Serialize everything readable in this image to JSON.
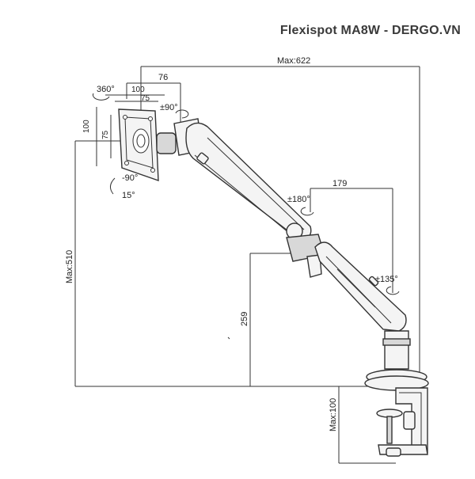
{
  "title": "Flexispot MA8W  - DERGO.VN",
  "dimensions": {
    "max_width": "Max:622",
    "height_max": "Max:510",
    "top_offset": "76",
    "vesa_100_top": "100",
    "vesa_75_top": "75",
    "vesa_100_side": "100",
    "vesa_75_side": "75",
    "forearm": "179",
    "pole_height": "259",
    "clamp_max": "Max:100"
  },
  "rotations": {
    "rotate_360": "360°",
    "tilt_90": "±90°",
    "tilt_neg90": "-90°",
    "tilt_15": "15°",
    "swivel_180": "±180°",
    "swivel_135": "±135°"
  }
}
